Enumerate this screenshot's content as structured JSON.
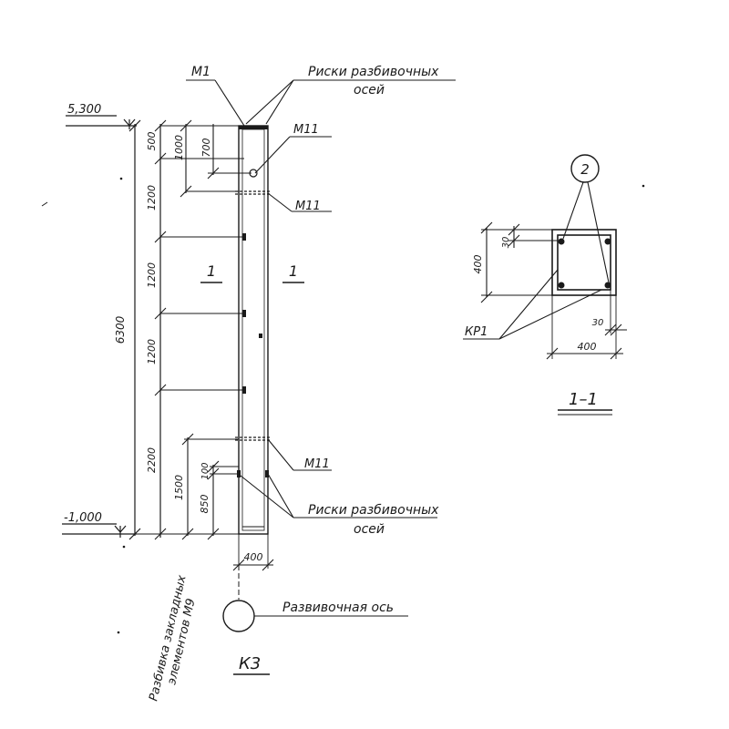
{
  "levels": {
    "top": "5,300",
    "bottom": "-1,000"
  },
  "dims": {
    "total": "6300",
    "seg_500": "500",
    "seg_1200_a": "1200",
    "seg_1200_b": "1200",
    "seg_1200_c": "1200",
    "seg_2200": "2200",
    "d_1000": "1000",
    "d_700": "700",
    "d_1500": "1500",
    "d_850": "850",
    "d_100": "100",
    "width_400": "400"
  },
  "labels": {
    "m1": "М1",
    "m11_top": "М11",
    "m11_mid": "М11",
    "m11_bot": "М11",
    "riski_top_1": "Риски разбивочных",
    "riski_top_2": "осей",
    "riski_bot_1": "Риски разбивочных",
    "riski_bot_2": "осей",
    "section_left": "1",
    "section_right": "1",
    "axis_label": "Развивочная ось",
    "mark": "К3",
    "vertical_note_1": "Разбивка закладных",
    "vertical_note_2": "элементов М9"
  },
  "section": {
    "bubble": "2",
    "dim_400_v": "400",
    "dim_30_v": "30",
    "dim_30_h": "30",
    "dim_400_h": "400",
    "kr": "КР1",
    "title": "1–1"
  }
}
